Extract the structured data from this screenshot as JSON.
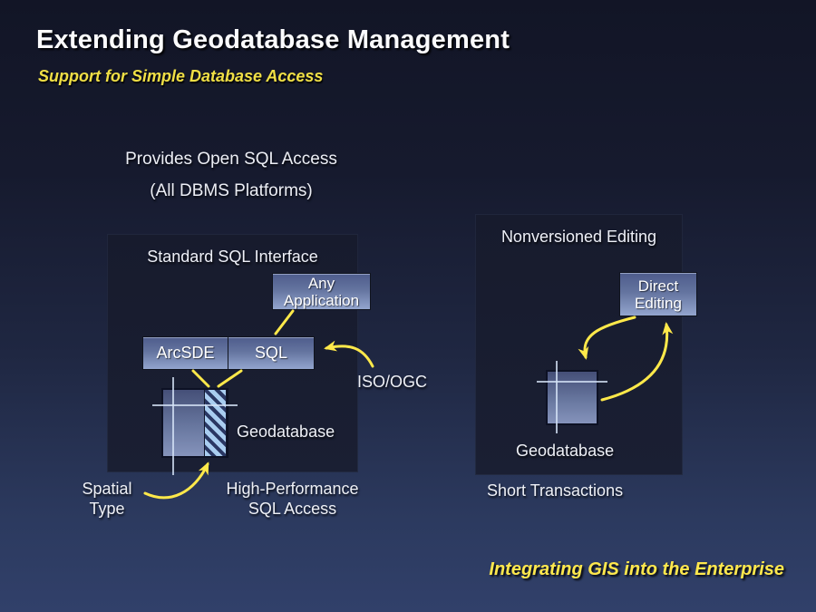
{
  "slide": {
    "title": "Extending Geodatabase Management",
    "subtitle": "Support for Simple Database Access",
    "intro": {
      "line1": "Provides Open SQL Access",
      "line2": "(All DBMS Platforms)"
    },
    "footer": "Integrating GIS into the Enterprise"
  },
  "left_panel": {
    "heading": "Standard SQL Interface",
    "boxes": {
      "any_application": "Any Application",
      "arcsde": "ArcSDE",
      "sql": "SQL"
    },
    "labels": {
      "geodatabase": "Geodatabase",
      "iso_ogc": "ISO/OGC",
      "spatial_type": "Spatial Type",
      "high_performance": "High-Performance SQL Access"
    }
  },
  "right_panel": {
    "heading": "Nonversioned Editing",
    "boxes": {
      "direct_editing": "Direct Editing"
    },
    "labels": {
      "geodatabase": "Geodatabase",
      "short_transactions": "Short Transactions"
    }
  },
  "colors": {
    "background_top": "#121526",
    "background_bottom": "#31406A",
    "panel_navy": "#1A1F33",
    "box_gradient_top": "#4E5C8C",
    "box_gradient_bottom": "#93A5CE",
    "accent_yellow": "#FFE94A",
    "subtitle_yellow": "#F0DF45",
    "text_white": "#EEF0F6",
    "hatch_light_blue": "#A9CDF0"
  }
}
